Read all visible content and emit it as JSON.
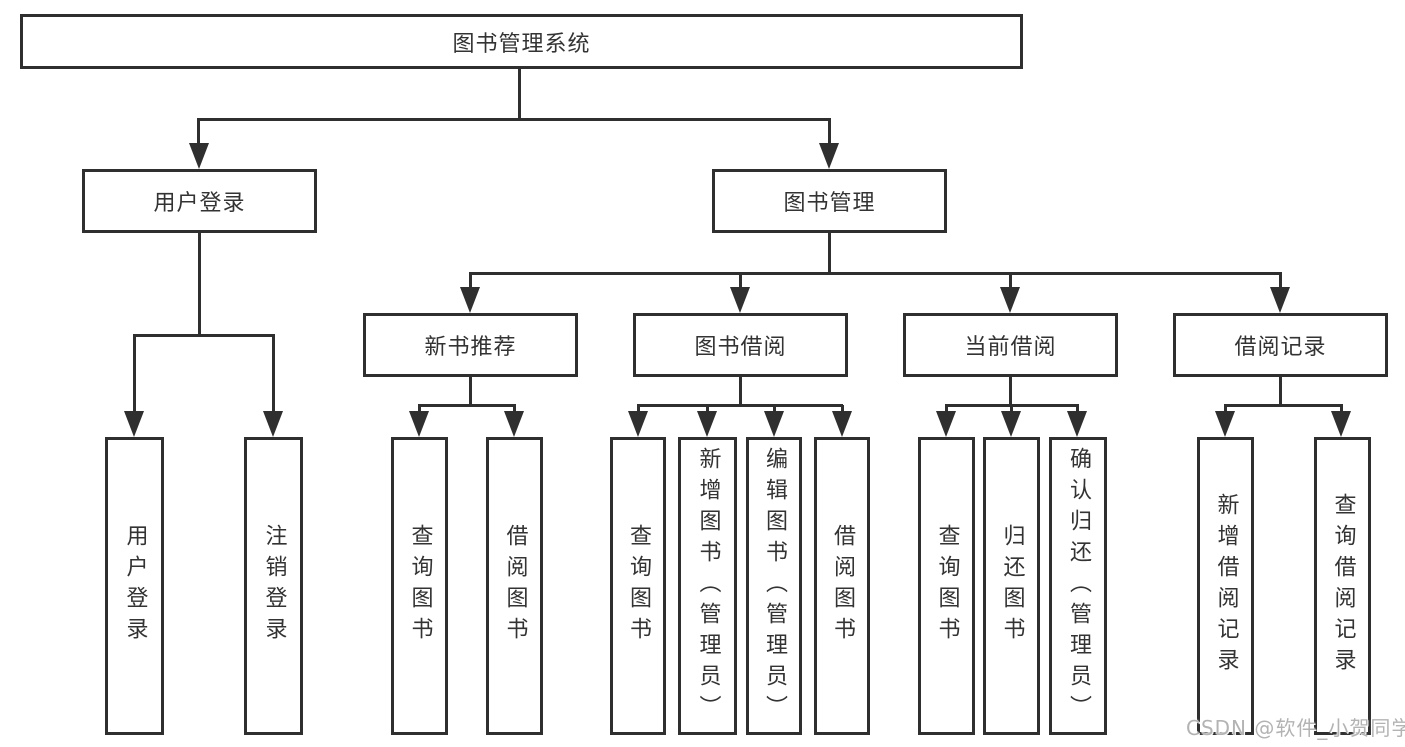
{
  "diagram": {
    "root": "图书管理系统",
    "branches": [
      {
        "label": "用户登录",
        "children": [
          "用户登录",
          "注销登录"
        ]
      },
      {
        "label": "图书管理",
        "groups": [
          {
            "label": "新书推荐",
            "children": [
              "查询图书",
              "借阅图书"
            ]
          },
          {
            "label": "图书借阅",
            "children": [
              "查询图书",
              "新增图书（管理员）",
              "编辑图书（管理员）",
              "借阅图书"
            ]
          },
          {
            "label": "当前借阅",
            "children": [
              "查询图书",
              "归还图书",
              "确认归还（管理员）"
            ]
          },
          {
            "label": "借阅记录",
            "children": [
              "新增借阅记录",
              "查询借阅记录"
            ]
          }
        ]
      }
    ]
  },
  "watermark": "CSDN @软件_小贺同学",
  "colors": {
    "line": "#2f2f2f",
    "text": "#333333",
    "background": "#ffffff",
    "watermark": "#b3b3b3"
  }
}
